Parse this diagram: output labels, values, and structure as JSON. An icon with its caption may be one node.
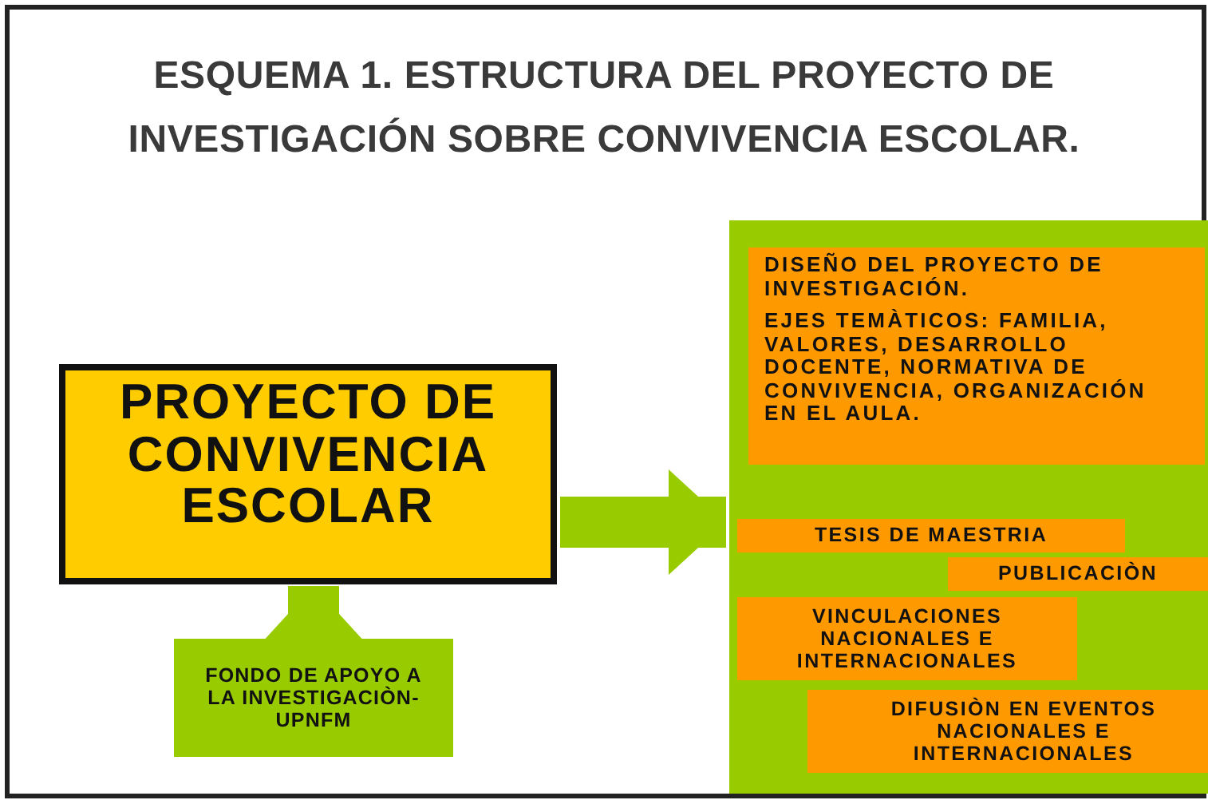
{
  "diagram": {
    "title": "ESQUEMA 1. ESTRUCTURA DEL PROYECTO DE INVESTIGACIÓN SOBRE CONVIVENCIA ESCOLAR.",
    "nodes": [
      {
        "text": [
          "PROYECTO DE CONVIVENCIA ESCOLAR"
        ]
      },
      {
        "text": [],
        "shape": "box"
      },
      {
        "text": [
          "DISEÑO DEL PROYECTO DE INVESTIGACIÓN.",
          "EJES TEMÀTICOS: FAMILIA, VALORES, DESARROLLO DOCENTE, NORMATIVA DE CONVIVENCIA, ORGANIZACIÓN EN EL AULA."
        ],
        "in": 1
      },
      {
        "text": [
          "TESIS DE MAESTRIA"
        ],
        "in": 1
      },
      {
        "text": [
          "PUBLICACIÒN"
        ],
        "in": 1
      },
      {
        "text": [
          "VINCULACIONES NACIONALES E INTERNACIONALES"
        ],
        "in": 1
      },
      {
        "text": [
          "DIFUSIÒN EN EVENTOS NACIONALES E INTERNACIONALES"
        ],
        "in": 1
      },
      {
        "text": [
          "FONDO DE APOYO A LA INVESTIGACIÒN-UPNFM"
        ]
      }
    ],
    "edges": [
      {
        "from": 0,
        "to": 1,
        "arrow": "to"
      },
      {
        "from": 7,
        "to": 0,
        "arrow": "to"
      }
    ]
  }
}
